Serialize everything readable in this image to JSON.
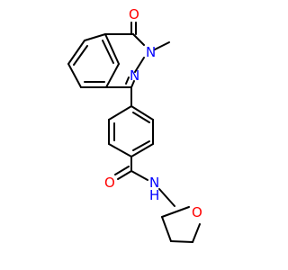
{
  "molecule": {
    "atoms": {
      "o_ketone": {
        "symbol": "O",
        "color": "#ff0000"
      },
      "n_methyl": {
        "symbol": "N",
        "color": "#0000ff"
      },
      "n_ring": {
        "symbol": "N",
        "color": "#0000ff"
      },
      "o_amide": {
        "symbol": "O",
        "color": "#ff0000"
      },
      "n_amide": {
        "symbol": "N",
        "color": "#0000ff"
      },
      "h_amide": {
        "symbol": "H",
        "color": "#0000ff"
      },
      "o_ether": {
        "symbol": "O",
        "color": "#ff0000"
      }
    },
    "bond_color": "#000000"
  }
}
